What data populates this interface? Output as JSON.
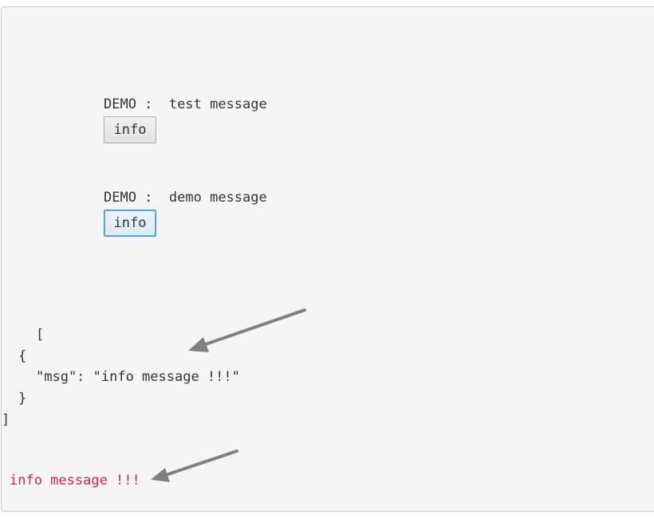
{
  "items": [
    {
      "label": "DEMO :",
      "message": "test message",
      "button_label": "info"
    },
    {
      "label": "DEMO :",
      "message": "demo message",
      "button_label": "info"
    }
  ],
  "json_output": {
    "open_bracket": "[",
    "open_brace": "{",
    "entry": "\"msg\": \"info message !!!\"",
    "close_brace": "}",
    "close_bracket": "]"
  },
  "result": {
    "text": "info message !!!"
  },
  "colors": {
    "panel_background": "#f5f5f5",
    "result_text": "#c7254e",
    "arrow": "#808080",
    "focus_border": "#3c86dc"
  },
  "icons": {
    "annotation_arrow_1": "arrow-icon",
    "annotation_arrow_2": "arrow-icon"
  }
}
